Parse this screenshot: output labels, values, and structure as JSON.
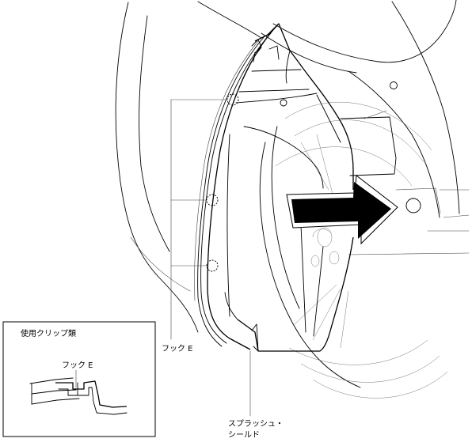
{
  "labels": {
    "hook_e": "フック E",
    "splash_shield_line1": "スプラッシュ・",
    "splash_shield_line2": "シールド"
  },
  "inset": {
    "title": "使用クリップ類",
    "hook_label": "フック E"
  },
  "icons": {
    "removal_arrow": "arrow-right-icon",
    "clip_marker": "dashed-circle-icon"
  },
  "colors": {
    "line": "#000000",
    "arrow_fill": "#000000",
    "background": "#ffffff"
  }
}
